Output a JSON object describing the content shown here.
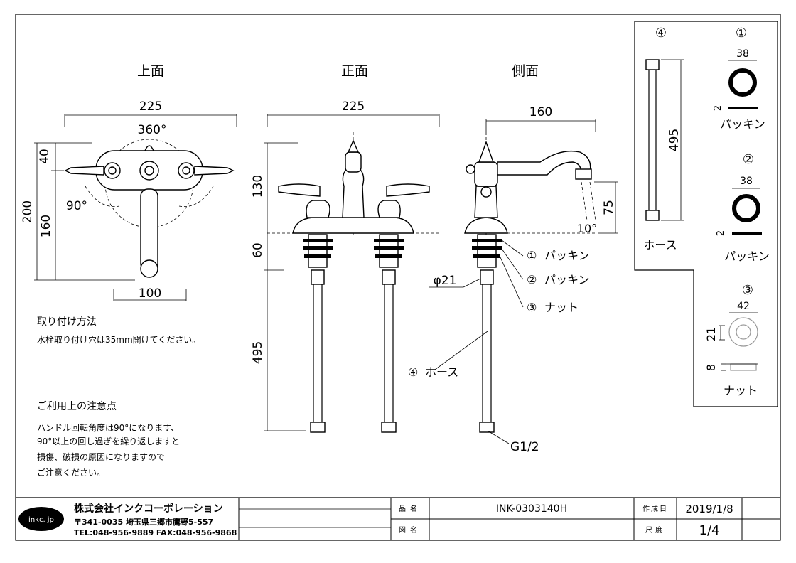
{
  "views": {
    "top": "上面",
    "front": "正面",
    "side": "側面"
  },
  "dims": {
    "top_width": "225",
    "top_rotation": "360°",
    "top_h40": "40",
    "top_h200": "200",
    "top_h160": "160",
    "top_angle": "90°",
    "top_bottom": "100",
    "front_width": "225",
    "front_h130": "130",
    "front_h60": "60",
    "front_h495": "495",
    "side_width": "160",
    "side_h75": "75",
    "side_angle": "10°",
    "side_phi": "φ21",
    "side_thread": "G1/2"
  },
  "callouts": [
    {
      "num": "①",
      "label": "パッキン"
    },
    {
      "num": "②",
      "label": "パッキン"
    },
    {
      "num": "③",
      "label": "ナット"
    },
    {
      "num": "④",
      "label": "ホース"
    }
  ],
  "parts_panel": {
    "hose_num": "④",
    "hose_len": "495",
    "hose_label": "ホース",
    "p1_num": "①",
    "p1_dia": "38",
    "p1_thick": "2",
    "p1_label": "パッキン",
    "p2_num": "②",
    "p2_dia": "38",
    "p2_thick": "2",
    "p2_label": "パッキン",
    "p3_num": "③",
    "p3_dia": "42",
    "p3_h21": "21",
    "p3_h8": "8",
    "p3_label": "ナット"
  },
  "notes": {
    "install_title": "取り付け方法",
    "install_text": "水栓取り付け穴は35mm開けてください。",
    "caution_title": "ご利用上の注意点",
    "caution_lines": [
      "ハンドル回転角度は90°になります、",
      "90°以上の回し過ぎを繰り返しますと",
      "損傷、破損の原因になりますので",
      "ご注意ください。"
    ]
  },
  "title_block": {
    "logo": "inkc. jp",
    "company": "株式会社インクコーポレーション",
    "address": "〒341-0035 埼玉県三郷市鷹野5-557",
    "tel": "TEL:048-956-9889  FAX:048-956-9868",
    "product_label": "品名",
    "product_value": "INK-0303140H",
    "drawing_label": "図名",
    "drawing_value": "",
    "date_label": "作成日",
    "date_value": "2019/1/8",
    "scale_label": "尺度",
    "scale_value": "1/4"
  }
}
